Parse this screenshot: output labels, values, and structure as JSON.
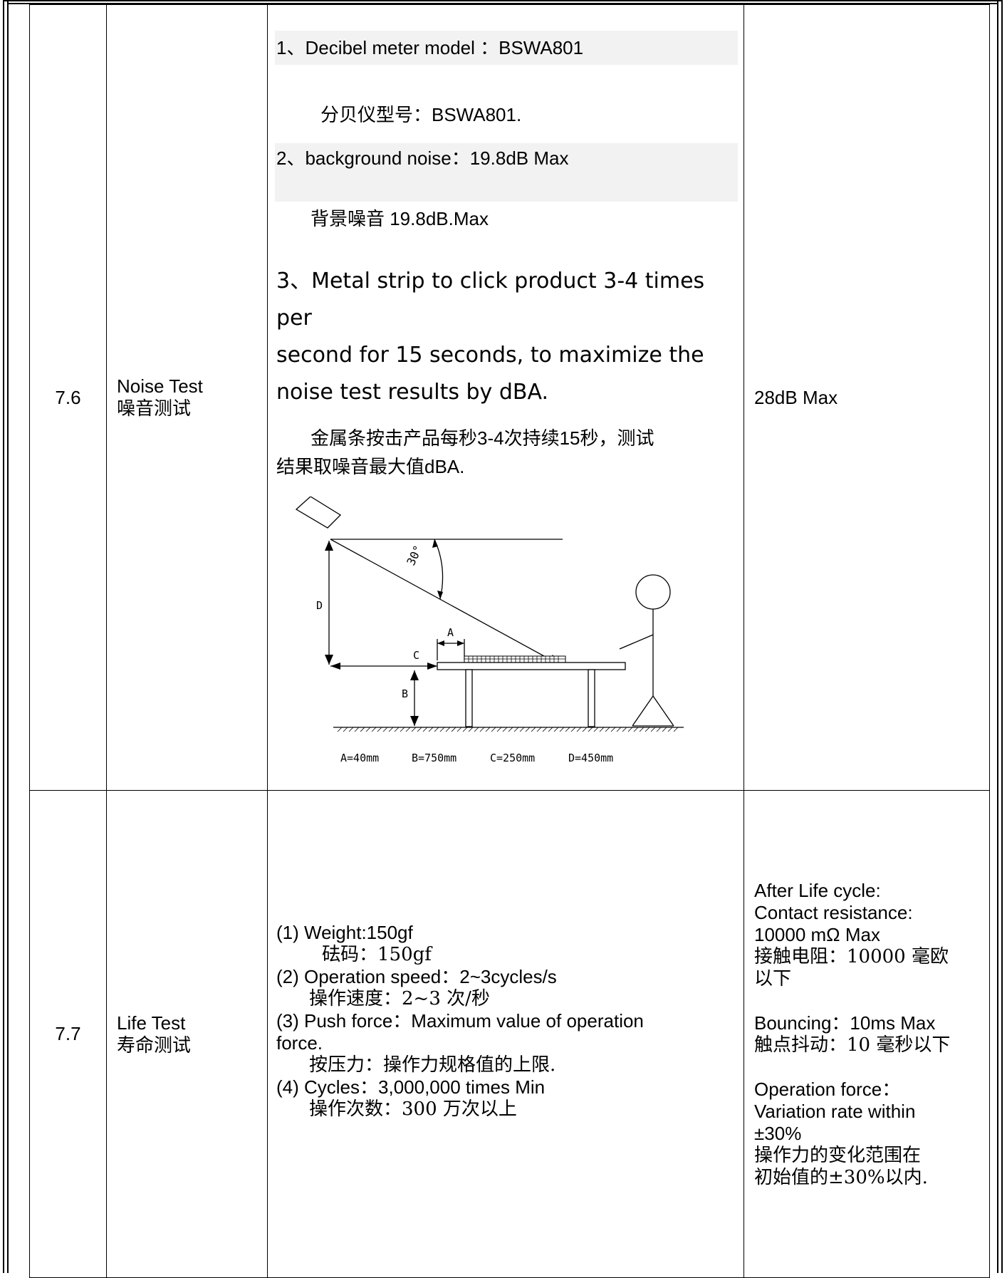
{
  "rows": [
    {
      "no": "7.6",
      "name_en": "Noise Test",
      "name_zh": "噪音测试",
      "conditions": {
        "line1_en": "1、Decibel meter model ：BSWA801",
        "line1_zh": "分贝仪型号：BSWA801.",
        "line2_en": "2、background noise：19.8dB Max",
        "line2_zh": "背景噪音 19.8dB.Max",
        "line3_en_a": "3、Metal strip to click product 3-4 times per",
        "line3_en_b": "second for 15 seconds, to maximize the",
        "line3_en_c": "noise test results by dBA.",
        "line3_zh_a": "金属条按击产品每秒3-4次持续15秒，测试",
        "line3_zh_b": "结果取噪音最大值dBA."
      },
      "diagram": {
        "angle_label": "30°",
        "label_a": "A",
        "label_b": "B",
        "label_c": "C",
        "label_d": "D",
        "dim_a": "A=40mm",
        "dim_b": "B=750mm",
        "dim_c": "C=250mm",
        "dim_d": "D=450mm"
      },
      "requirement": "28dB Max"
    },
    {
      "no": "7.7",
      "name_en": "Life Test",
      "name_zh": "寿命测试",
      "conditions": {
        "l1": "(1) Weight:150gf",
        "l2": "砝码：150gf",
        "l3": "(2) Operation speed：2~3cycles/s",
        "l4": "操作速度：2~3 次/秒",
        "l5": "(3) Push force：Maximum value of operation",
        "l6": "force.",
        "l7": "按压力：操作力规格值的上限.",
        "l8": "(4) Cycles：3,000,000 times Min",
        "l9": "操作次数：300 万次以上"
      },
      "requirement": {
        "r1": "After Life cycle:",
        "r2": "Contact resistance:",
        "r3": "10000 mΩ  Max",
        "r4": "接触电阻：10000 毫欧",
        "r5": "以下",
        "r6": "Bouncing：10ms Max",
        "r7": "触点抖动：10 毫秒以下",
        "r8": "Operation force：",
        "r9": "Variation rate within",
        "r10": "±30%",
        "r11": "操作力的变化范围在",
        "r12": "初始值的±30%以内."
      }
    }
  ]
}
